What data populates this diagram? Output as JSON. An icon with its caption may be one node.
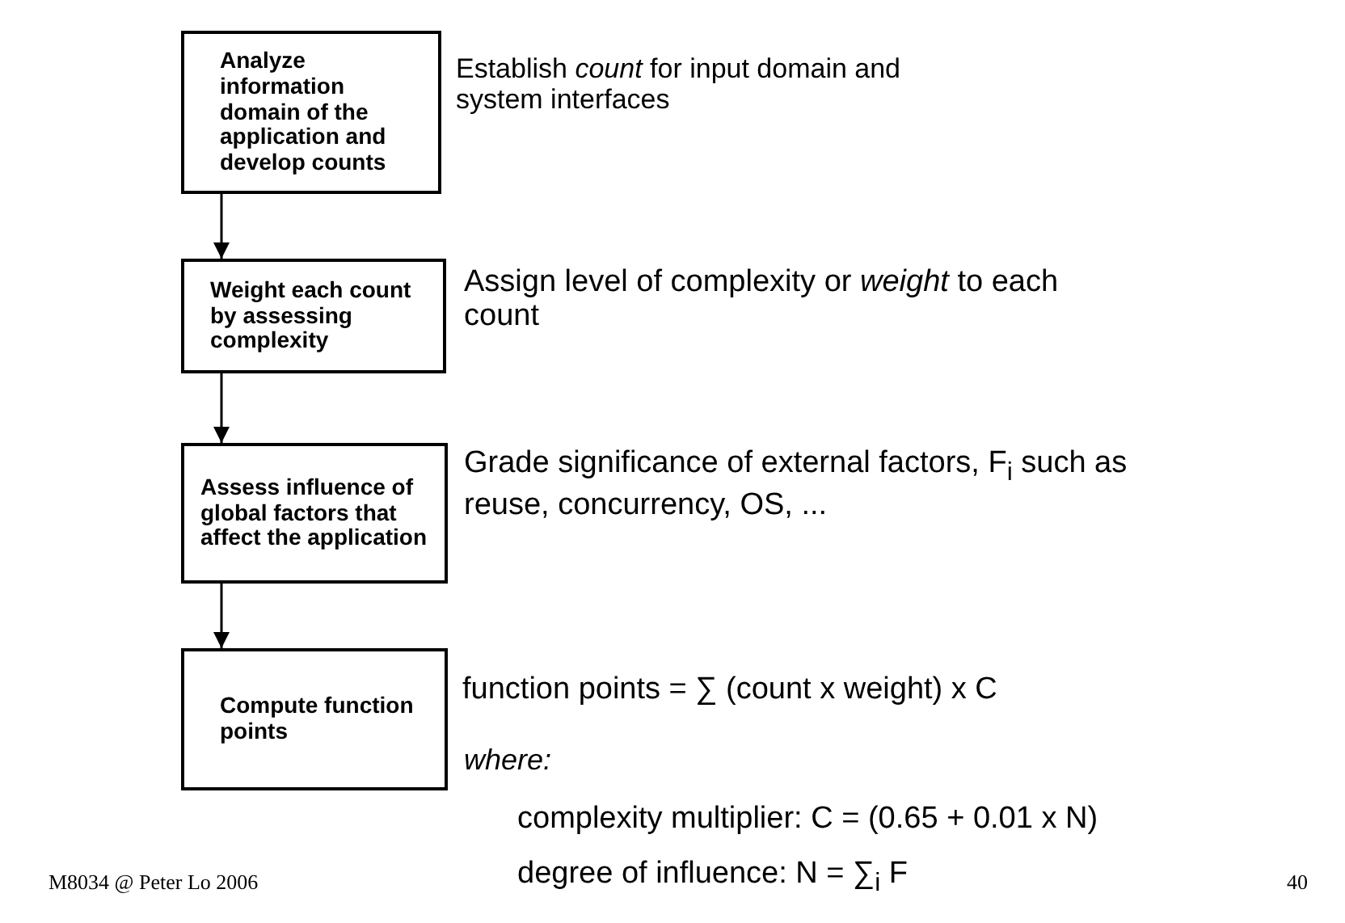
{
  "diagram": {
    "nodes": [
      {
        "text": [
          "Analyze information domain of the application and develop counts"
        ],
        "beside": [
          "Establish *count* for input domain and system interfaces"
        ]
      },
      {
        "text": [
          "Weight each count by assessing complexity"
        ],
        "beside": [
          "Assign level of complexity or *weight* to each count"
        ]
      },
      {
        "text": [
          "Assess influence of global factors that affect the application"
        ],
        "beside": [
          "Grade significance of external factors, F$_{i}$ such as reuse, concurrency, OS, ..."
        ]
      },
      {
        "text": [
          "Compute function points"
        ],
        "beside": [
          "function points = ∑ (count x weight) x C",
          "where:",
          "complexity multiplier:  C = (0.65 + 0.01 x N)",
          "degree of influence:  N = ∑$_{i}$ F"
        ]
      }
    ],
    "edges": [
      {
        "from": 0,
        "to": 1,
        "arrow": "to"
      },
      {
        "from": 1,
        "to": 2,
        "arrow": "to"
      },
      {
        "from": 2,
        "to": 3,
        "arrow": "to"
      }
    ],
    "labels": [
      "M8034 @ Peter Lo 2006",
      "40"
    ]
  }
}
